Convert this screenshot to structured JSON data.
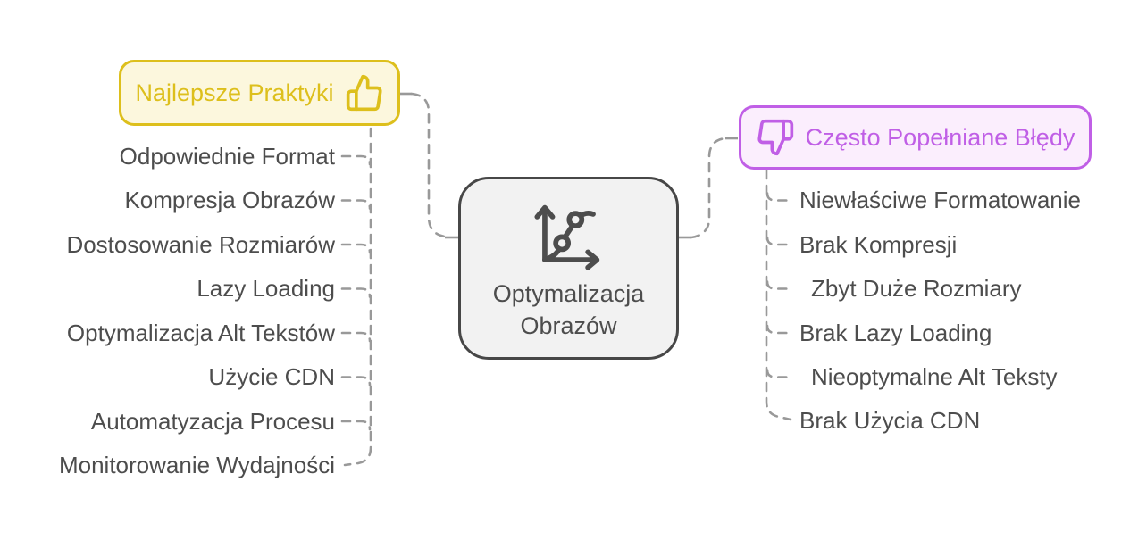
{
  "diagram": {
    "center": {
      "label": "Optymalizacja Obrazów",
      "icon": "line-chart-icon"
    },
    "left_branch": {
      "title": "Najlepsze Praktyki",
      "icon": "thumbs-up-icon",
      "items": [
        "Odpowiednie Format",
        "Kompresja Obrazów",
        "Dostosowanie Rozmiarów",
        "Lazy Loading",
        "Optymalizacja Alt Tekstów",
        "Użycie CDN",
        "Automatyzacja Procesu",
        "Monitorowanie Wydajności"
      ]
    },
    "right_branch": {
      "title": "Często Popełniane Błędy",
      "icon": "thumbs-down-icon",
      "items": [
        "Niewłaściwe Formatowanie",
        "Brak Kompresji",
        "Zbyt Duże Rozmiary",
        "Brak Lazy Loading",
        "Nieoptymalne Alt Teksty",
        "Brak Użycia CDN"
      ]
    }
  },
  "theme": {
    "yellow_border": "#ddbf1c",
    "yellow_bg": "#fcf7dd",
    "yellow_text": "#ddbf1c",
    "purple_border": "#c05fe6",
    "purple_bg": "#fbeefd",
    "purple_text": "#c05fe6",
    "center_border": "#474747",
    "center_bg": "#f2f2f2",
    "item_text": "#4d4d4d",
    "connector": "#999999"
  }
}
